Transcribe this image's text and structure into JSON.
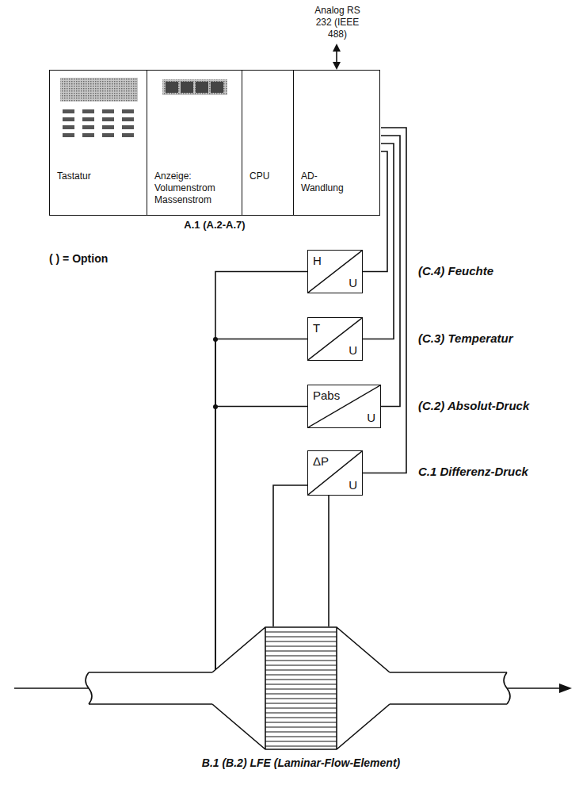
{
  "diagram": {
    "nodes": [
      {
        "text": [
          "A.1 (A.2-A.7)"
        ]
      },
      {
        "text": [
          "Tastatur"
        ],
        "in": 0
      },
      {
        "text": [
          "Anzeige: Volumenstrom Massenstrom"
        ],
        "in": 0
      },
      {
        "text": [
          "CPU"
        ],
        "in": 0
      },
      {
        "text": [
          "AD- Wandlung"
        ],
        "in": 0
      },
      {
        "text": [
          "H",
          "U"
        ]
      },
      {
        "text": [
          "T",
          "U"
        ]
      },
      {
        "text": [
          "Pabs",
          "U"
        ]
      },
      {
        "text": [
          "ΔP",
          "U"
        ]
      },
      {
        "text": [
          "B.1 (B.2) LFE (Laminar-Flow-Element)"
        ]
      }
    ],
    "edges": [
      {
        "from": 4,
        "to": 5,
        "arrow": "none"
      },
      {
        "from": 4,
        "to": 6,
        "arrow": "none"
      },
      {
        "from": 4,
        "to": 7,
        "arrow": "none"
      },
      {
        "from": 4,
        "to": 8,
        "arrow": "none"
      },
      {
        "from": 9,
        "to": 5,
        "arrow": "none"
      },
      {
        "from": 9,
        "to": 6,
        "arrow": "none"
      },
      {
        "from": 9,
        "to": 7,
        "arrow": "none"
      },
      {
        "from": 9,
        "to": 8,
        "arrow": "none"
      }
    ],
    "labels": [
      "Analog RS 232 (IEEE 488)",
      "( ) = Option",
      "(C.4) Feuchte",
      "(C.3) Temperatur",
      "(C.2) Absolut-Druck",
      "C.1 Differenz-Druck"
    ]
  }
}
